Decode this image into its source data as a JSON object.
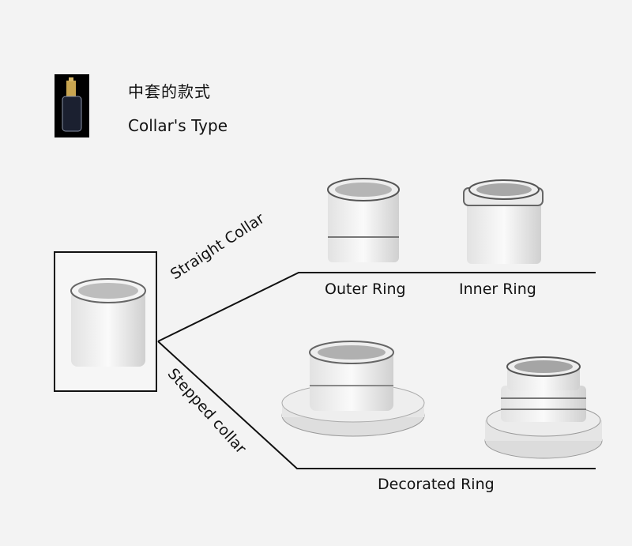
{
  "header": {
    "title_cn": "中套的款式",
    "title_en": "Collar's Type",
    "thumbnail": "perfume-bottle-image"
  },
  "diagram": {
    "root_item": "plain-collar-image",
    "branches": [
      {
        "label": "Straight Collar",
        "items": [
          "Outer Ring",
          "Inner Ring"
        ]
      },
      {
        "label": "Stepped collar",
        "items": [
          "Decorated Ring"
        ]
      }
    ]
  },
  "labels": {
    "straight": "Straight Collar",
    "stepped": "Stepped collar",
    "outer": "Outer Ring",
    "inner": "Inner Ring",
    "decorated": "Decorated Ring"
  },
  "colors": {
    "background": "#f3f3f3",
    "line": "#111111",
    "metal": "#d9d9d9"
  }
}
